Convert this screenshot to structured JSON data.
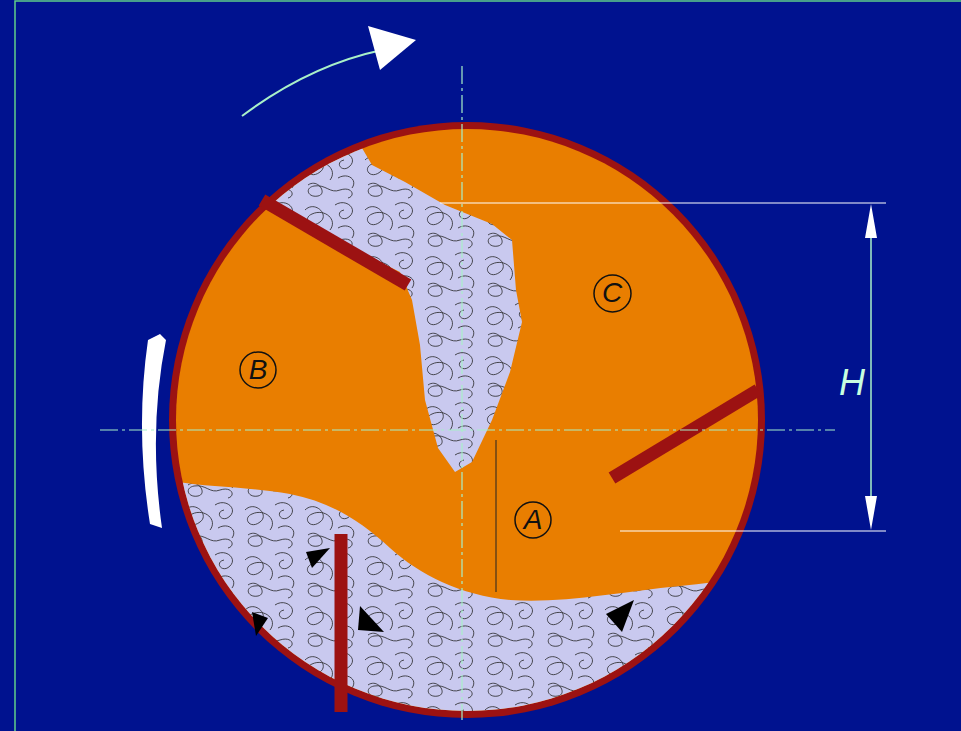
{
  "diagram": {
    "nodes": [
      {
        "text": [
          "C"
        ]
      },
      {
        "text": [
          "B"
        ]
      },
      {
        "text": [
          "A"
        ]
      }
    ],
    "labels": [
      "H"
    ]
  }
}
